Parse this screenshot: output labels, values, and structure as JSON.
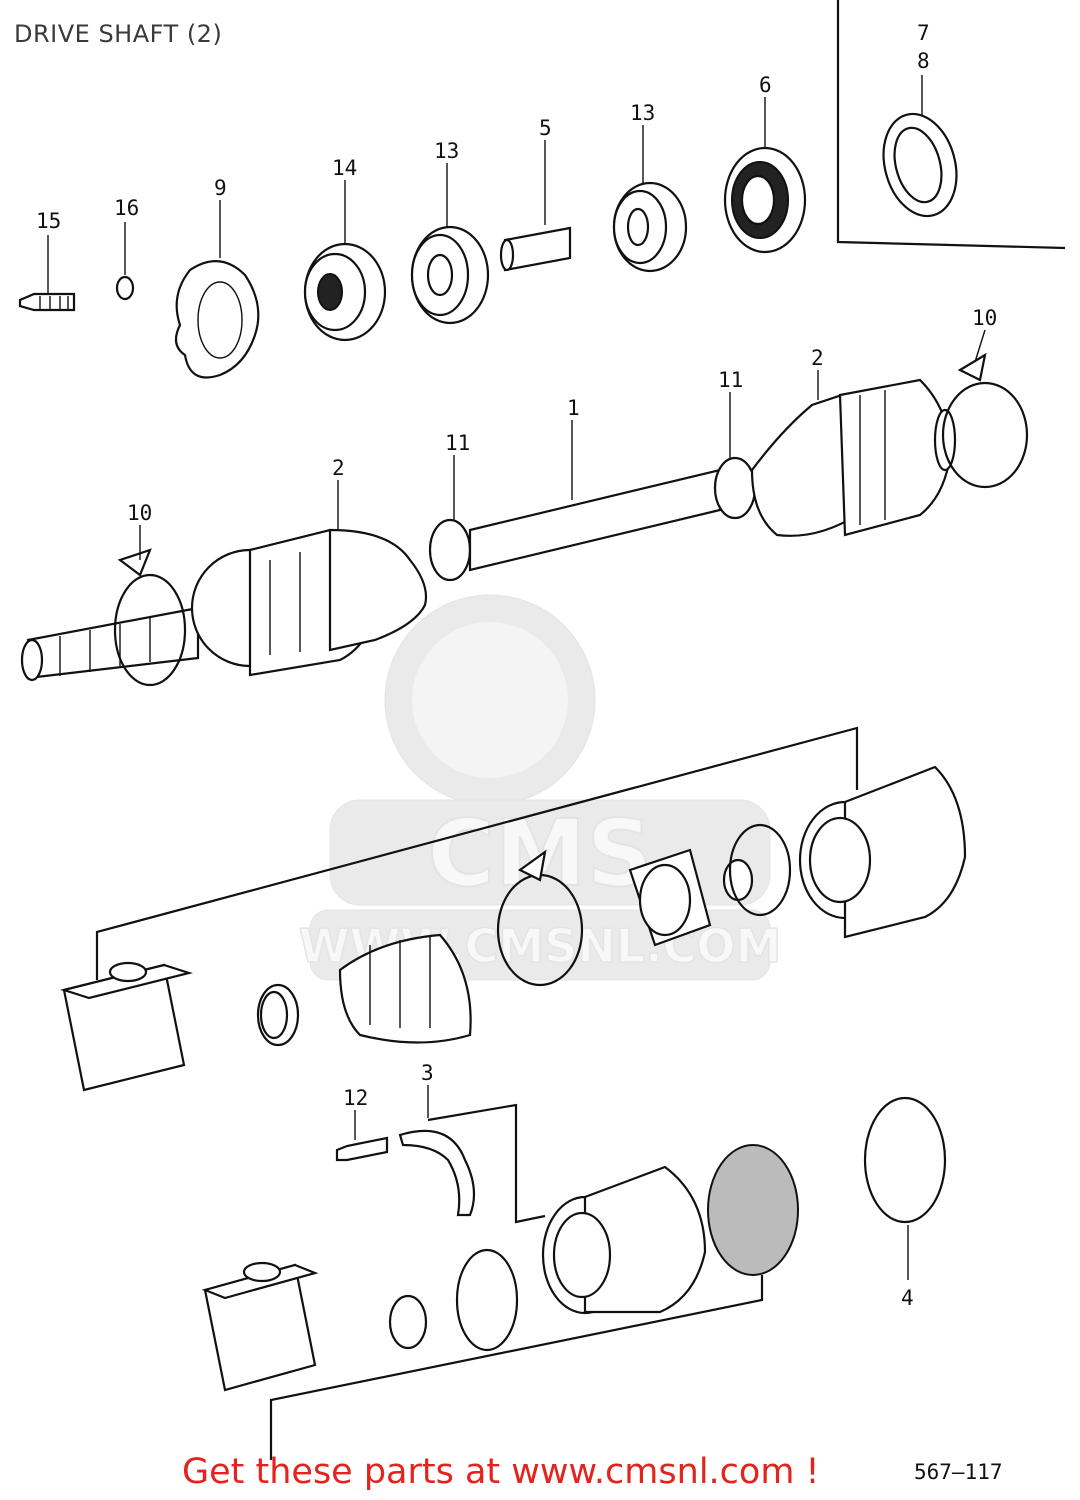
{
  "title": "DRIVE SHAFT (2)",
  "watermark": {
    "brand": "CMS",
    "url": "WWW.CMSNL.COM"
  },
  "footer": {
    "cta": "Get these parts at www.cmsnl.com !",
    "page_code": "567–117"
  },
  "callouts": [
    {
      "id": "c15",
      "text": "15"
    },
    {
      "id": "c16",
      "text": "16"
    },
    {
      "id": "c9",
      "text": "9"
    },
    {
      "id": "c14",
      "text": "14"
    },
    {
      "id": "c13a",
      "text": "13"
    },
    {
      "id": "c5",
      "text": "5"
    },
    {
      "id": "c13b",
      "text": "13"
    },
    {
      "id": "c6",
      "text": "6"
    },
    {
      "id": "c7",
      "text": "7"
    },
    {
      "id": "c8",
      "text": "8"
    },
    {
      "id": "c10a",
      "text": "10"
    },
    {
      "id": "c2a",
      "text": "2"
    },
    {
      "id": "c11a",
      "text": "11"
    },
    {
      "id": "c1",
      "text": "1"
    },
    {
      "id": "c11b",
      "text": "11"
    },
    {
      "id": "c2b",
      "text": "2"
    },
    {
      "id": "c10b",
      "text": "10"
    },
    {
      "id": "c12",
      "text": "12"
    },
    {
      "id": "c3",
      "text": "3"
    },
    {
      "id": "c4",
      "text": "4"
    }
  ]
}
